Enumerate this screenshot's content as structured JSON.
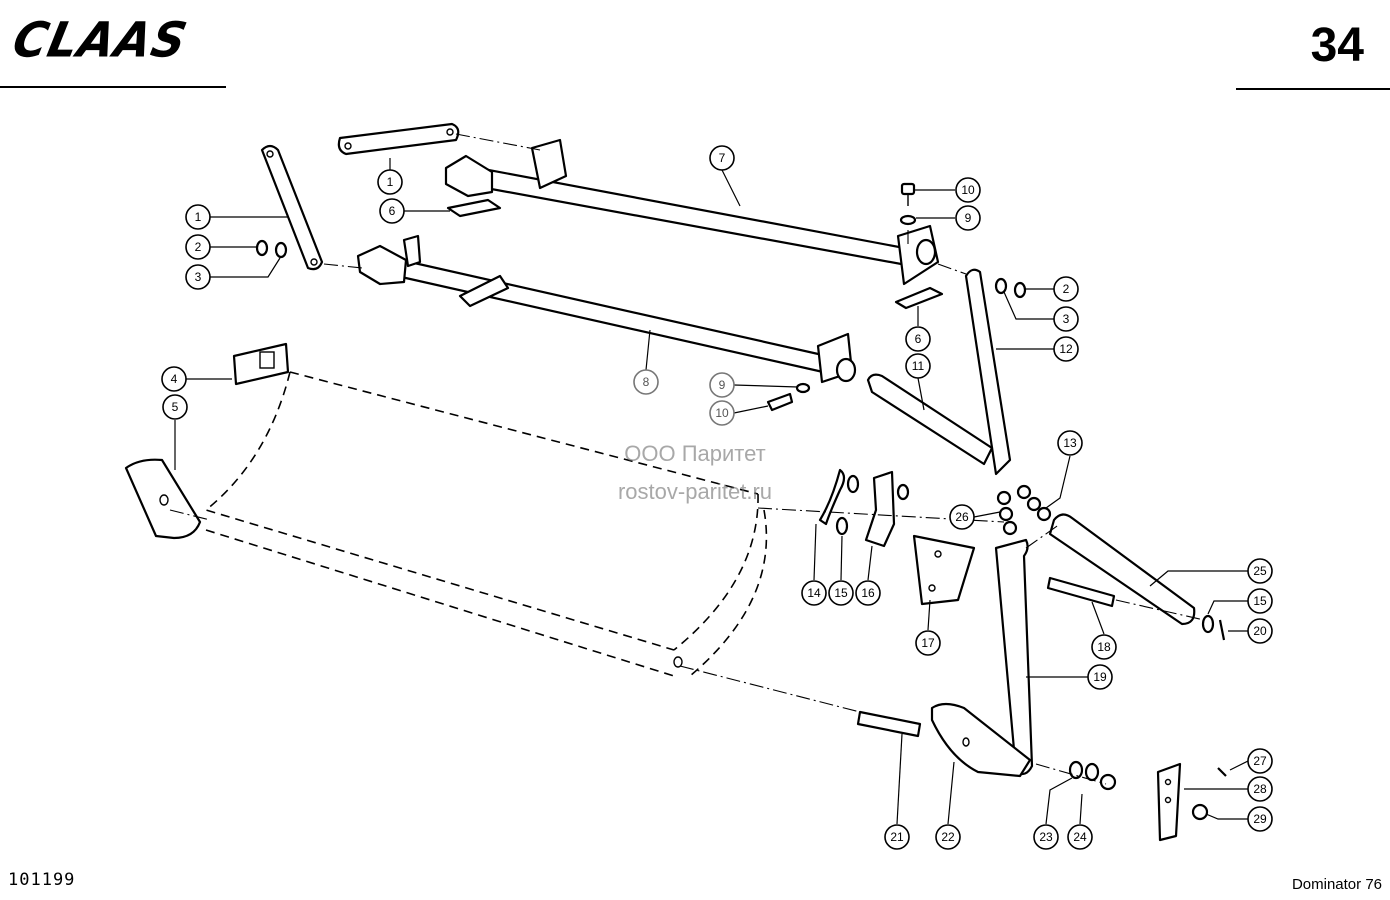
{
  "header": {
    "brand": "CLAAS",
    "page_number": "34"
  },
  "footer": {
    "document_id": "101199",
    "model": "Dominator 76"
  },
  "watermark": {
    "line1": "ООО Паритет",
    "line2": "rostov-paritet.ru"
  },
  "callouts": [
    {
      "number": "1"
    },
    {
      "number": "1"
    },
    {
      "number": "2"
    },
    {
      "number": "3"
    },
    {
      "number": "4"
    },
    {
      "number": "5"
    },
    {
      "number": "6"
    },
    {
      "number": "7"
    },
    {
      "number": "8"
    },
    {
      "number": "9"
    },
    {
      "number": "10"
    },
    {
      "number": "10"
    },
    {
      "number": "9"
    },
    {
      "number": "2"
    },
    {
      "number": "3"
    },
    {
      "number": "6"
    },
    {
      "number": "11"
    },
    {
      "number": "12"
    },
    {
      "number": "13"
    },
    {
      "number": "26"
    },
    {
      "number": "14"
    },
    {
      "number": "15"
    },
    {
      "number": "16"
    },
    {
      "number": "17"
    },
    {
      "number": "18"
    },
    {
      "number": "25"
    },
    {
      "number": "15"
    },
    {
      "number": "20"
    },
    {
      "number": "19"
    },
    {
      "number": "21"
    },
    {
      "number": "22"
    },
    {
      "number": "23"
    },
    {
      "number": "24"
    },
    {
      "number": "27"
    },
    {
      "number": "28"
    },
    {
      "number": "29"
    }
  ]
}
